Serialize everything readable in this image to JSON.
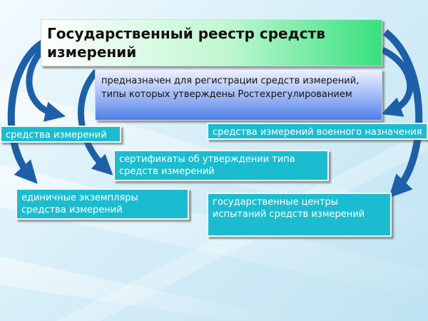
{
  "title": "Государственный реестр средств измерений",
  "description": "предназначен для регистрации средств измерений, типы которых утверждены Ростехрегулированием",
  "items": {
    "measuring_instruments": "средства измерений",
    "military_instruments": "средства измерений военного назначения",
    "type_certificates": "сертификаты об утверждении типа средств измерений",
    "single_units": "единичные экземпляры средства измерений",
    "test_centers": "государственные центры испытаний средств измерений"
  },
  "colors": {
    "arrow": "#1d5fa8",
    "box_cyan": "#1cbcd0",
    "title_green": "#37e07e",
    "desc_blue": "#4f7ee8"
  }
}
